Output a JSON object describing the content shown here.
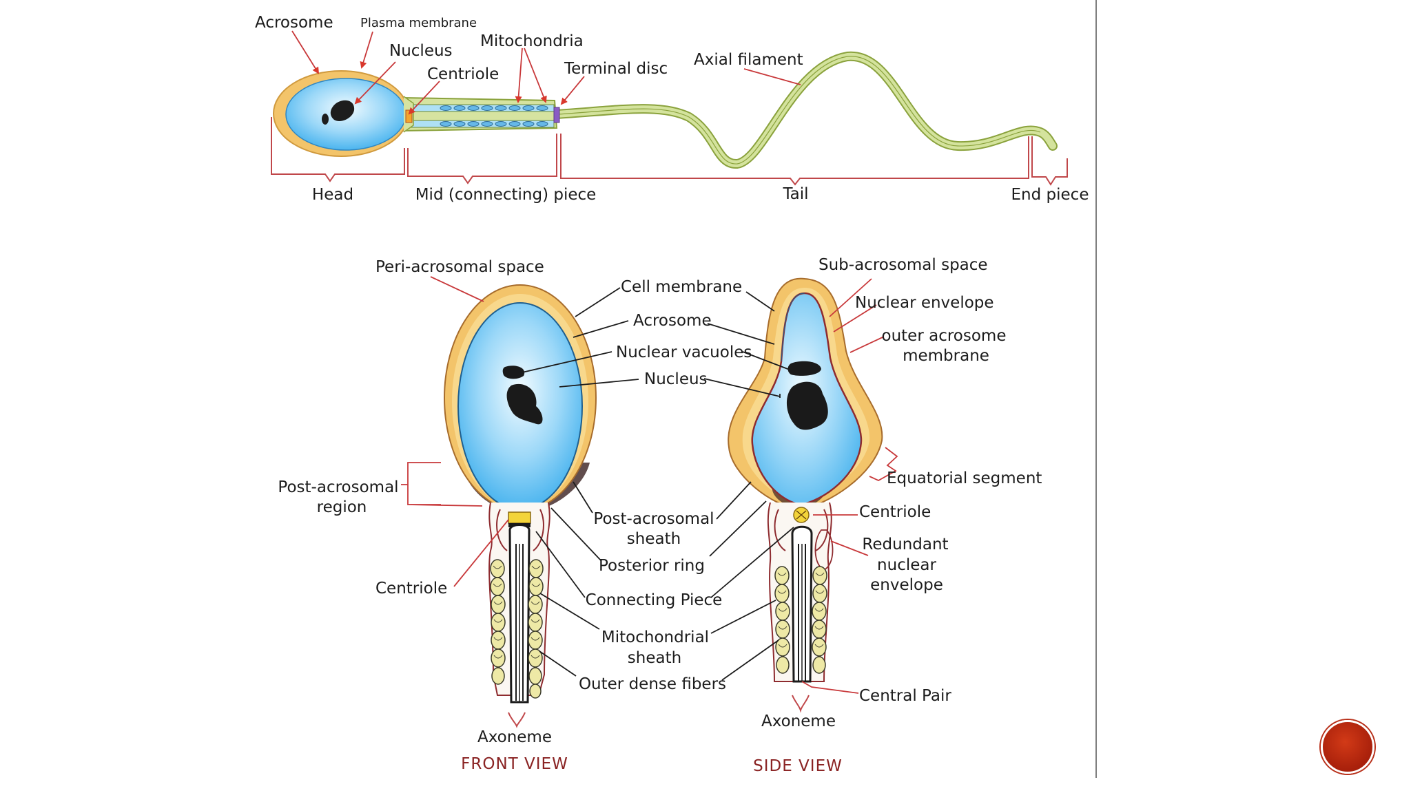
{
  "colors": {
    "label_text": "#1c1c1c",
    "pointer_red": "#d9382c",
    "bracket": "#c0474a",
    "view_caption": "#8a2323",
    "cytoplasm_blue": "#5cc0f2",
    "acrosome_orange": "#f1bf63",
    "tail_green": "#c8da8c",
    "nav_button": "#c22d12"
  },
  "top_diagram": {
    "labels": {
      "acrosome": "Acrosome",
      "plasma_membrane": "Plasma membrane",
      "nucleus": "Nucleus",
      "centriole": "Centriole",
      "mitochondria": "Mitochondria",
      "terminal_disc": "Terminal disc",
      "axial_filament": "Axial filament"
    },
    "regions": {
      "head": "Head",
      "mid_piece": "Mid (connecting) piece",
      "tail": "Tail",
      "end_piece": "End piece"
    }
  },
  "front_view": {
    "caption": "FRONT VIEW",
    "labels": {
      "peri_acrosomal_space": "Peri-acrosomal space",
      "cell_membrane": "Cell membrane",
      "acrosome": "Acrosome",
      "nuclear_vacuoles": "Nuclear vacuoles",
      "nucleus": "Nucleus",
      "post_acrosomal_region_1": "Post-acrosomal",
      "post_acrosomal_region_2": "region",
      "post_acrosomal_sheath_1": "Post-acrosomal",
      "post_acrosomal_sheath_2": "sheath",
      "posterior_ring": "Posterior ring",
      "connecting_piece": "Connecting Piece",
      "mitochondrial_sheath_1": "Mitochondrial",
      "mitochondrial_sheath_2": "sheath",
      "outer_dense_fibers": "Outer dense fibers",
      "centriole": "Centriole",
      "axoneme": "Axoneme"
    }
  },
  "side_view": {
    "caption": "SIDE VIEW",
    "labels": {
      "sub_acrosomal_space": "Sub-acrosomal space",
      "nuclear_envelope": "Nuclear envelope",
      "outer_acrosome_membrane_1": "outer acrosome",
      "outer_acrosome_membrane_2": "membrane",
      "equatorial_segment": "Equatorial segment",
      "centriole": "Centriole",
      "redundant_nuclear_envelope_1": "Redundant",
      "redundant_nuclear_envelope_2": "nuclear",
      "redundant_nuclear_envelope_3": "envelope",
      "central_pair": "Central Pair",
      "axoneme": "Axoneme"
    }
  },
  "nav": {
    "icon": "circle-nav-button"
  }
}
